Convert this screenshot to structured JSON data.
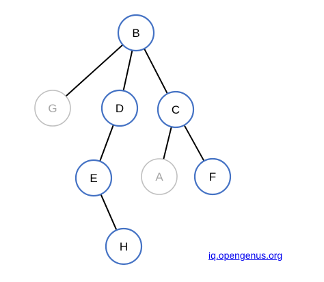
{
  "tree": {
    "nodes": [
      {
        "id": "B",
        "label": "B",
        "style": "active"
      },
      {
        "id": "G",
        "label": "G",
        "style": "inactive"
      },
      {
        "id": "D",
        "label": "D",
        "style": "active"
      },
      {
        "id": "C",
        "label": "C",
        "style": "active"
      },
      {
        "id": "E",
        "label": "E",
        "style": "active"
      },
      {
        "id": "A",
        "label": "A",
        "style": "inactive"
      },
      {
        "id": "F",
        "label": "F",
        "style": "active"
      },
      {
        "id": "H",
        "label": "H",
        "style": "active"
      }
    ],
    "edges": [
      [
        "B",
        "G"
      ],
      [
        "B",
        "D"
      ],
      [
        "B",
        "C"
      ],
      [
        "D",
        "E"
      ],
      [
        "C",
        "A"
      ],
      [
        "C",
        "F"
      ],
      [
        "E",
        "H"
      ]
    ]
  },
  "credit": {
    "text": "iq.opengenus.org"
  },
  "colors": {
    "active_stroke": "#4472c4",
    "inactive_stroke": "#bfbfbf",
    "active_text": "#000000",
    "inactive_text": "#a6a6a6",
    "edge": "#000000",
    "link": "#0000ee"
  }
}
